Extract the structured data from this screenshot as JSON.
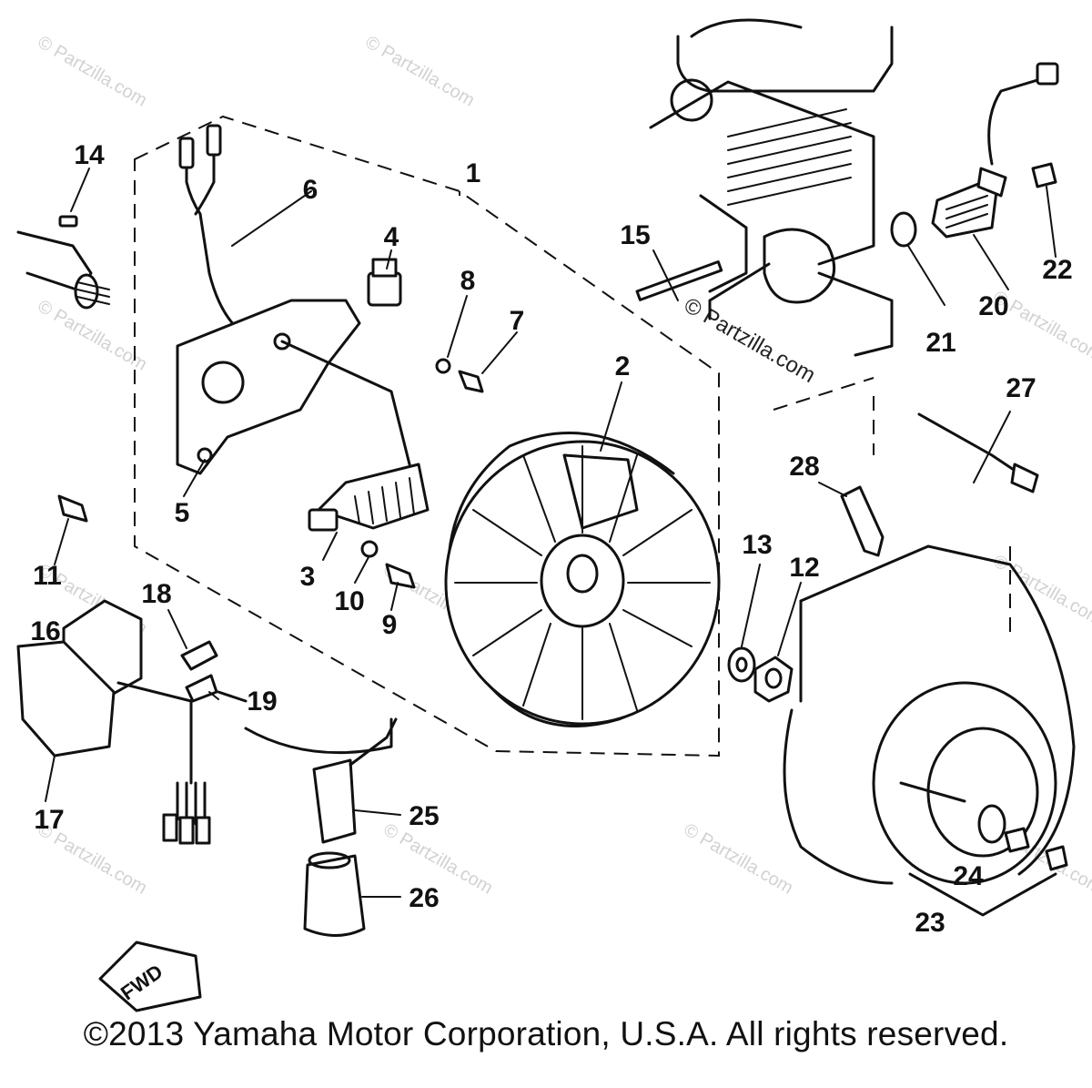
{
  "diagram": {
    "watermark": "© Partzilla.com",
    "fwd_label": "FWD",
    "callouts": [
      {
        "id": "c1",
        "label": "1"
      },
      {
        "id": "c2",
        "label": "2"
      },
      {
        "id": "c3",
        "label": "3"
      },
      {
        "id": "c4",
        "label": "4"
      },
      {
        "id": "c5",
        "label": "5"
      },
      {
        "id": "c6",
        "label": "6"
      },
      {
        "id": "c7",
        "label": "7"
      },
      {
        "id": "c8",
        "label": "8"
      },
      {
        "id": "c9",
        "label": "9"
      },
      {
        "id": "c10",
        "label": "10"
      },
      {
        "id": "c11",
        "label": "11"
      },
      {
        "id": "c12",
        "label": "12"
      },
      {
        "id": "c13",
        "label": "13"
      },
      {
        "id": "c14",
        "label": "14"
      },
      {
        "id": "c15",
        "label": "15"
      },
      {
        "id": "c16",
        "label": "16"
      },
      {
        "id": "c17",
        "label": "17"
      },
      {
        "id": "c18",
        "label": "18"
      },
      {
        "id": "c19",
        "label": "19"
      },
      {
        "id": "c20",
        "label": "20"
      },
      {
        "id": "c21",
        "label": "21"
      },
      {
        "id": "c22",
        "label": "22"
      },
      {
        "id": "c23",
        "label": "23"
      },
      {
        "id": "c24",
        "label": "24"
      },
      {
        "id": "c25",
        "label": "25"
      },
      {
        "id": "c26",
        "label": "26"
      },
      {
        "id": "c27",
        "label": "27"
      },
      {
        "id": "c28",
        "label": "28"
      }
    ]
  },
  "footer": {
    "copyright": "©2013  Yamaha Motor Corporation, U.S.A. All rights reserved."
  }
}
